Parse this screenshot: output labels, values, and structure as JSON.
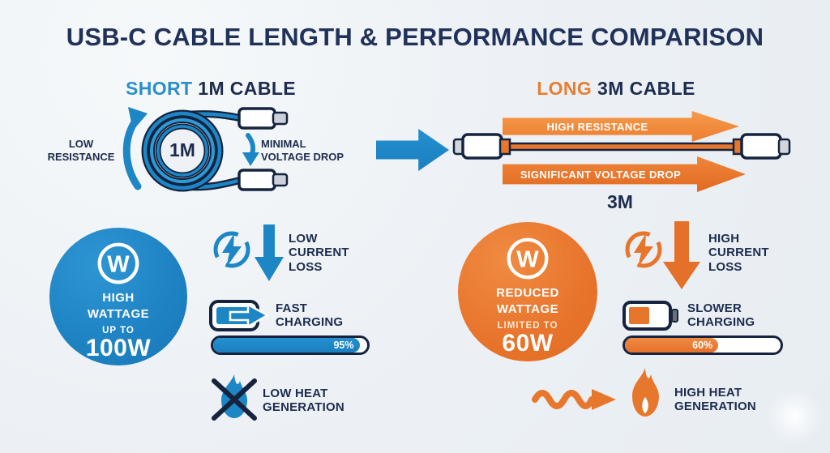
{
  "title": "USB-C CABLE LENGTH & PERFORMANCE COMPARISON",
  "colors": {
    "navy": "#1d2c4e",
    "blue": "#1d87c6",
    "orange": "#e8752c",
    "background": "#eef1f5"
  },
  "left": {
    "heading": {
      "accent": "SHORT",
      "rest": " 1M CABLE"
    },
    "diagram": {
      "length_label": "1M",
      "left_note": "LOW\nRESISTANCE",
      "right_note": "MINIMAL\nVOLTAGE DROP"
    },
    "wattage_badge": {
      "symbol": "W",
      "line1": "HIGH\nWATTAGE",
      "line2": "UP TO",
      "value": "100W"
    },
    "features": {
      "current": {
        "label": "LOW\nCURRENT\nLOSS"
      },
      "charging": {
        "label": "FAST\nCHARGING",
        "percent_label": "95%",
        "fill_width": "95%"
      },
      "heat": {
        "label": "LOW HEAT\nGENERATION"
      }
    }
  },
  "right": {
    "heading": {
      "accent": "LONG",
      "rest": " 3M CABLE"
    },
    "diagram": {
      "length_label": "3M",
      "arrow_top": "HIGH RESISTANCE",
      "arrow_bottom": "SIGNIFICANT VOLTAGE DROP"
    },
    "wattage_badge": {
      "symbol": "W",
      "line1": "REDUCED\nWATTAGE",
      "line2": "LIMITED TO",
      "value": "60W"
    },
    "features": {
      "current": {
        "label": "HIGH\nCURRENT\nLOSS"
      },
      "charging": {
        "label": "SLOWER\nCHARGING",
        "percent_label": "60%",
        "fill_width": "60%"
      },
      "heat": {
        "label": "HIGH HEAT\nGENERATION"
      }
    }
  }
}
